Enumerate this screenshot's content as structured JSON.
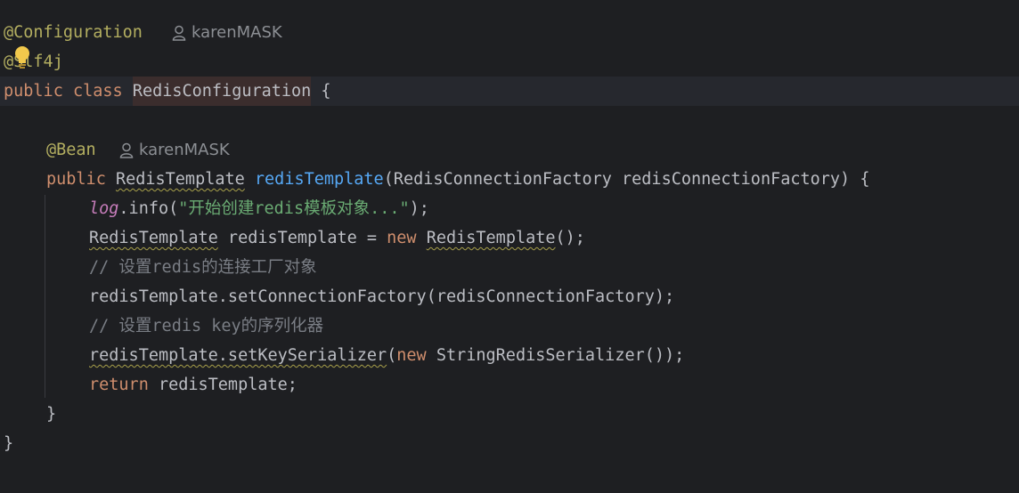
{
  "code": {
    "annotation_configuration": "@Configuration",
    "annotation_slf4j_at": "@",
    "annotation_slf4j_rest": "Slf4j",
    "author_name_1": "karenMASK",
    "kw_public_1": "public",
    "kw_class": "class",
    "class_name": "RedisConfiguration",
    "open_brace_1": " {",
    "annotation_bean": "@Bean",
    "author_name_2": "karenMASK",
    "kw_public_2": "public",
    "return_type": "RedisTemplate",
    "method_name": "redisTemplate",
    "method_params": "(RedisConnectionFactory redisConnectionFactory) {",
    "log_var": "log",
    "log_call": ".info(",
    "log_string": "\"开始创建redis模板对象...\"",
    "log_end": ");",
    "local_type": "RedisTemplate",
    "local_decl": " redisTemplate = ",
    "kw_new_1": "new",
    "ctor_type": "RedisTemplate",
    "ctor_end": "();",
    "comment_1": "// 设置redis的连接工厂对象",
    "set_factory": "redisTemplate.setConnectionFactory(redisConnectionFactory);",
    "comment_2": "// 设置redis key的序列化器",
    "set_key_call": "redisTemplate.setKeySerializer",
    "set_key_open": "(",
    "kw_new_2": "new",
    "set_key_rest": " StringRedisSerializer());",
    "kw_return": "return",
    "return_rest": " redisTemplate;",
    "close_brace_method": "}",
    "close_brace_class": "}"
  },
  "colors": {
    "background": "#1e1f22",
    "keyword": "#cf8e6d",
    "annotation": "#b3ae60",
    "method": "#56a8f5",
    "string": "#6aab73",
    "comment": "#7a7e85",
    "static_field": "#c77dbb"
  },
  "icons": {
    "author": "user-icon",
    "intention": "lightbulb-icon"
  }
}
